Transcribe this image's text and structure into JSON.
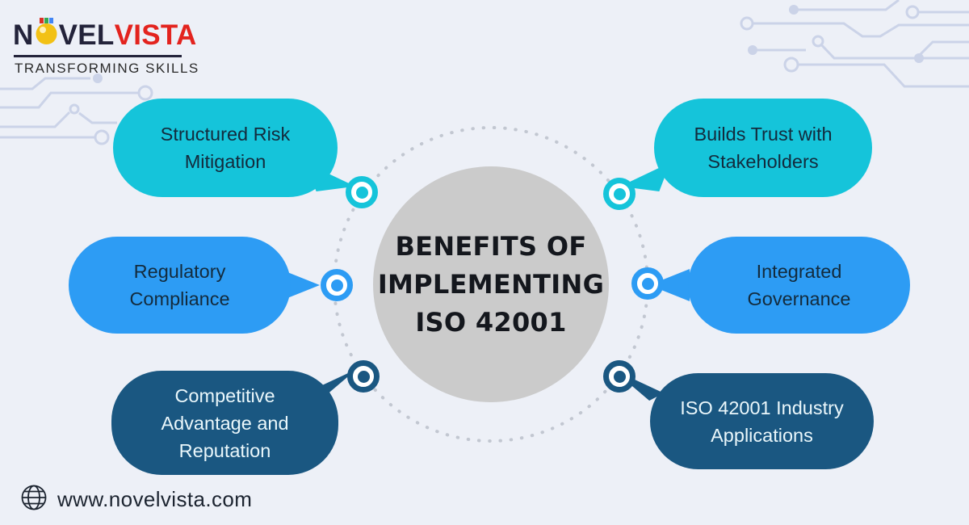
{
  "background_color": "#edf0f7",
  "brand": {
    "logo_text_left": "N",
    "logo_text_mid": "VEL",
    "logo_text_right": "VISTA",
    "logo_dark_color": "#23233a",
    "logo_red_color": "#e3231e",
    "tagline": "TRANSFORMING SKILLS"
  },
  "center": {
    "title_lines": [
      "BENEFITS OF",
      "IMPLEMENTING",
      "ISO 42001"
    ],
    "title_full": "BENEFITS OF IMPLEMENTING ISO 42001",
    "circle_color": "#cbcbcb",
    "text_color": "#14171d"
  },
  "bubbles": [
    {
      "label": "Structured Risk Mitigation",
      "lines": [
        "Structured Risk",
        "Mitigation"
      ],
      "fill": "#15c4da",
      "text_color": "#132b3d",
      "position": "top-left"
    },
    {
      "label": "Builds Trust with Stakeholders",
      "lines": [
        "Builds Trust with",
        "Stakeholders"
      ],
      "fill": "#15c4da",
      "text_color": "#132b3d",
      "position": "top-right"
    },
    {
      "label": "Regulatory Compliance",
      "lines": [
        "Regulatory",
        "Compliance"
      ],
      "fill": "#2d9cf4",
      "text_color": "#132b3d",
      "position": "middle-left"
    },
    {
      "label": "Integrated Governance",
      "lines": [
        "Integrated",
        "Governance"
      ],
      "fill": "#2d9cf4",
      "text_color": "#132b3d",
      "position": "middle-right"
    },
    {
      "label": "Competitive Advantage and Reputation",
      "lines": [
        "Competitive",
        "Advantage and",
        "Reputation"
      ],
      "fill": "#1a5781",
      "text_color": "#eaf7fb",
      "position": "bottom-left"
    },
    {
      "label": "ISO 42001 Industry Applications",
      "lines": [
        "ISO 42001 Industry",
        "Applications"
      ],
      "fill": "#1a5781",
      "text_color": "#eaf7fb",
      "position": "bottom-right"
    }
  ],
  "markers": [
    {
      "color": "#15c4da"
    },
    {
      "color": "#15c4da"
    },
    {
      "color": "#2d9cf4"
    },
    {
      "color": "#2d9cf4"
    },
    {
      "color": "#1a5781"
    },
    {
      "color": "#1a5781"
    }
  ],
  "footer": {
    "website": "www.novelvista.com"
  },
  "decor": {
    "circuit_color": "#cbd3e8",
    "dot_ring_color": "#c2c7d1"
  }
}
